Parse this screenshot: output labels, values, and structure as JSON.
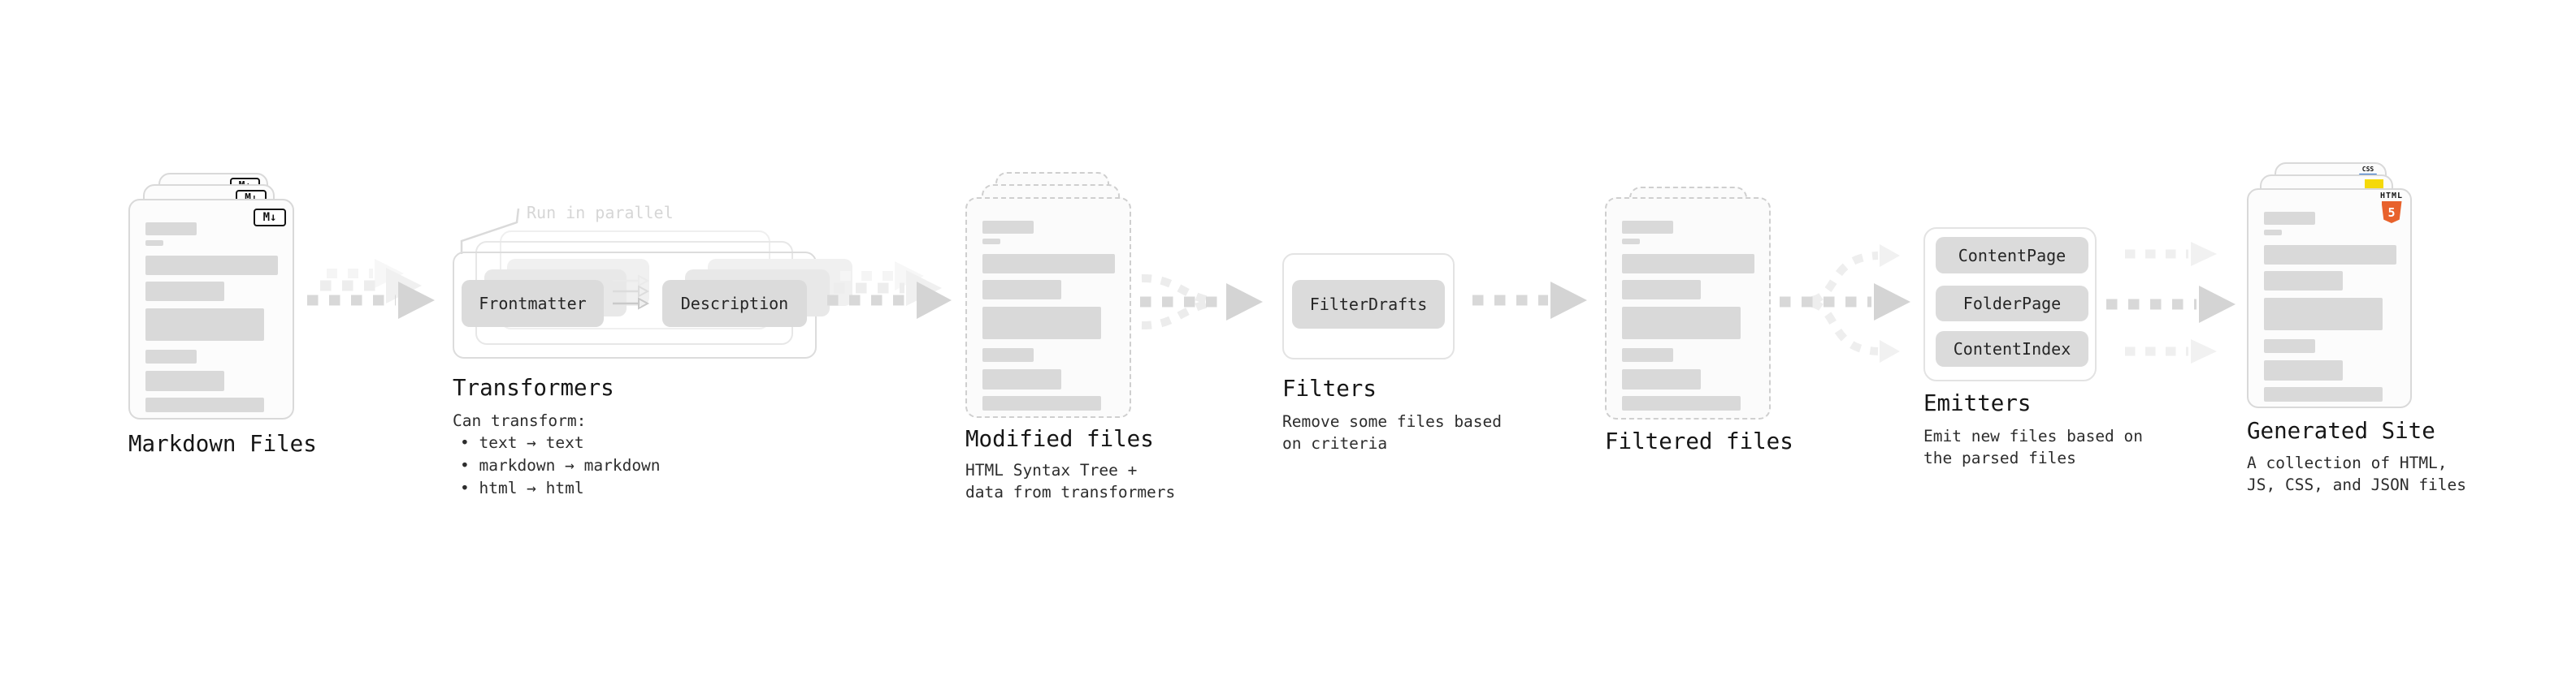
{
  "diagram": {
    "stages": {
      "markdown_files": {
        "title": "Markdown Files",
        "badge": "M↓"
      },
      "transformers": {
        "title": "Transformers",
        "note": "Run in parallel",
        "pill_left": "Frontmatter",
        "pill_right": "Description",
        "desc_heading": "Can transform:",
        "bullets": [
          "• text → text",
          "• markdown → markdown",
          "• html → html"
        ]
      },
      "modified_files": {
        "title": "Modified files",
        "desc": "HTML Syntax Tree +\ndata from transformers"
      },
      "filters": {
        "title": "Filters",
        "pill": "FilterDrafts",
        "desc": "Remove some files based\non criteria"
      },
      "filtered_files": {
        "title": "Filtered files"
      },
      "emitters": {
        "title": "Emitters",
        "pills": [
          "ContentPage",
          "FolderPage",
          "ContentIndex"
        ],
        "desc": "Emit new files based on\nthe parsed files"
      },
      "generated_site": {
        "title": "Generated Site",
        "desc": "A collection of HTML,\nJS, CSS, and JSON files",
        "badge_html_label": "HTML",
        "badge_html_number": "5",
        "badge_css_label": "CSS"
      }
    },
    "colors": {
      "html_orange": "#e8622c",
      "js_yellow": "#f5d90a",
      "css_blue": "#2469c4",
      "placeholder_bar": "#d9d9d9",
      "arrow_gray": "#d6d6d6"
    },
    "skeleton": {
      "bars": [
        {
          "w": 63,
          "h": 16,
          "mt": 0
        },
        {
          "w": 22,
          "h": 7,
          "mt": 6
        },
        {
          "w": 163,
          "h": 24,
          "mt": 12
        },
        {
          "w": 97,
          "h": 24,
          "mt": 8
        },
        {
          "w": 146,
          "h": 40,
          "mt": 9
        },
        {
          "w": 63,
          "h": 17,
          "mt": 11
        },
        {
          "w": 97,
          "h": 25,
          "mt": 9
        },
        {
          "w": 146,
          "h": 18,
          "mt": 8
        }
      ]
    }
  }
}
